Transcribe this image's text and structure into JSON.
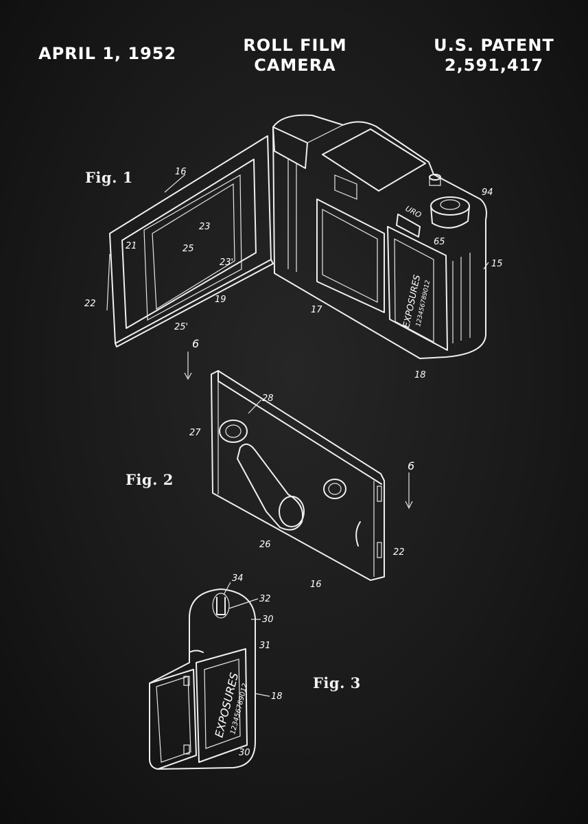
{
  "header": {
    "date": "APRIL 1, 1952",
    "title_line1": "ROLL FILM",
    "title_line2": "CAMERA",
    "patent_line1": "U.S. PATENT",
    "patent_line2": "2,591,417"
  },
  "figures": {
    "fig1": "Fig. 1",
    "fig2": "Fig. 2",
    "fig3": "Fig. 3"
  },
  "callouts": {
    "fig1": [
      "16",
      "23",
      "25",
      "21",
      "23'",
      "19",
      "22",
      "25'",
      "17",
      "94",
      "URO",
      "65",
      "15",
      "18"
    ],
    "fig2": [
      "6",
      "28",
      "27",
      "6",
      "26",
      "22",
      "16"
    ],
    "fig3": [
      "34",
      "32",
      "30",
      "31",
      "18",
      "30"
    ]
  },
  "film_label": {
    "word": "EXPOSURES",
    "digits": "123456789012"
  }
}
